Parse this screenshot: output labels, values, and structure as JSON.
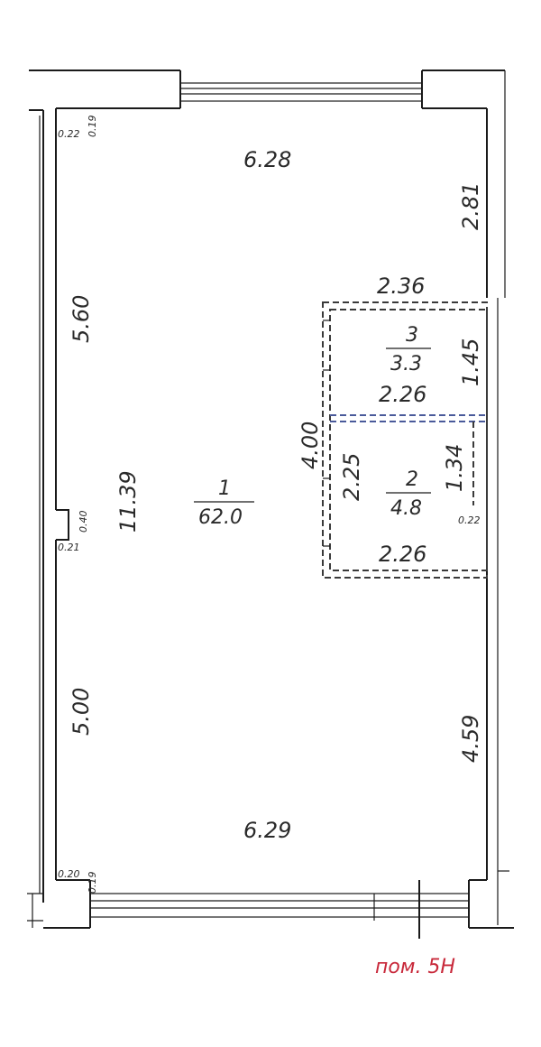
{
  "plan": {
    "premise_label": "пом. 5Н",
    "rooms": [
      {
        "number": "1",
        "area": "62.0"
      },
      {
        "number": "2",
        "area": "4.8"
      },
      {
        "number": "3",
        "area": "3.3"
      }
    ],
    "dims": {
      "top_width": "6.28",
      "bottom_width": "6.29",
      "left_upper": "5.60",
      "left_full": "11.39",
      "left_lower": "5.00",
      "right_upper": "2.81",
      "right_lower": "4.59",
      "room3_top": "2.36",
      "room3_height": "1.45",
      "room3_bottom": "2.26",
      "partition_height": "4.00",
      "room2_height": "2.25",
      "room2_right": "1.34",
      "room2_bottom": "2.26",
      "niche_022": "0.22",
      "tl_022": "0.22",
      "tl_019": "0.19",
      "pil_040": "0.40",
      "pil_021": "0.21",
      "bl_020": "0.20",
      "bl_019": "0.19"
    }
  }
}
